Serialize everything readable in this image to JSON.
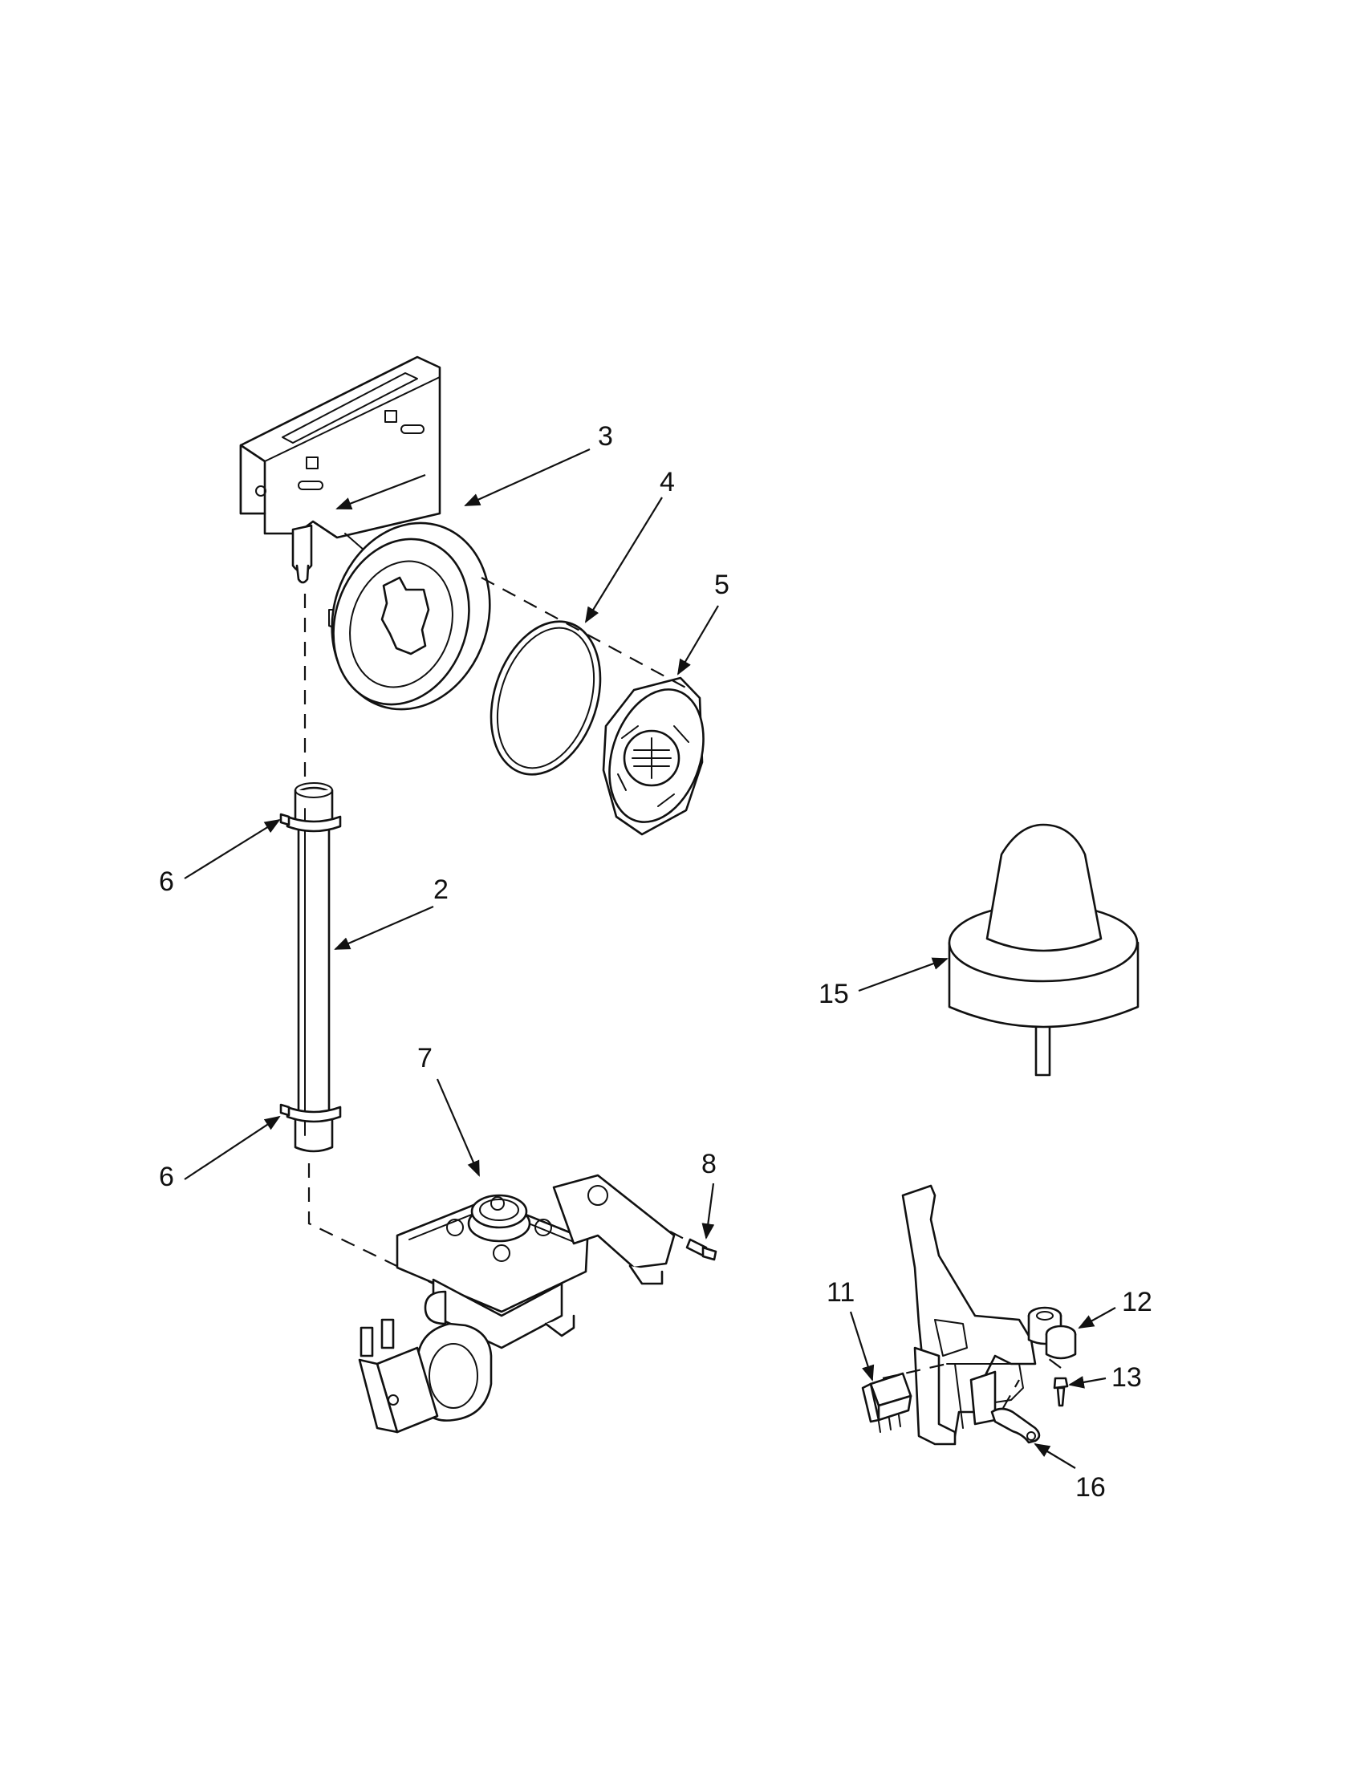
{
  "parts": [
    {
      "id": "part-2",
      "number": "2"
    },
    {
      "id": "part-3",
      "number": "3"
    },
    {
      "id": "part-4",
      "number": "4"
    },
    {
      "id": "part-5",
      "number": "5"
    },
    {
      "id": "part-6-upper",
      "number": "6"
    },
    {
      "id": "part-6-lower",
      "number": "6"
    },
    {
      "id": "part-7",
      "number": "7"
    },
    {
      "id": "part-8",
      "number": "8"
    },
    {
      "id": "part-11",
      "number": "11"
    },
    {
      "id": "part-12",
      "number": "12"
    },
    {
      "id": "part-13",
      "number": "13"
    },
    {
      "id": "part-15",
      "number": "15"
    },
    {
      "id": "part-16",
      "number": "16"
    }
  ]
}
